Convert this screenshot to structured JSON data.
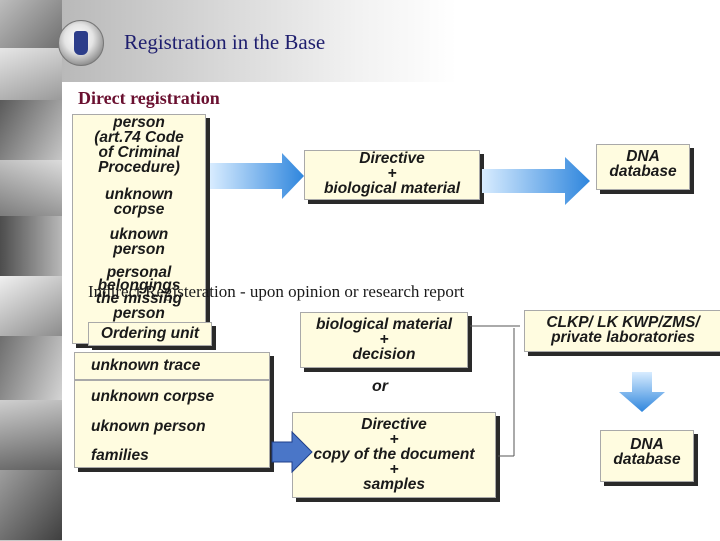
{
  "title": "Registration in the Base",
  "direct": {
    "heading": "Direct registration",
    "left_column": [
      "person",
      "(art.74 Code",
      "of Criminal",
      "Procedure)",
      "unknown",
      "corpse",
      "uknown",
      "person",
      "personal",
      "belongings",
      "the missing",
      "person"
    ],
    "directive_box": [
      "Directive",
      "+",
      "biological material"
    ],
    "dna_box": [
      "DNA",
      "database"
    ]
  },
  "indirect": {
    "heading": "Indirect Registeration - upon opinion or research report",
    "ordering_unit": "Ordering unit",
    "trace_box": "unknown trace",
    "corpse_box": [
      "unknown corpse",
      "uknown person",
      "families"
    ],
    "biological_box": [
      "biological material",
      "+",
      "decision"
    ],
    "or_text": "or",
    "directive_box": [
      "Directive",
      "+",
      "copy of the document",
      "+",
      "samples"
    ],
    "lab_box": [
      "CLKP/ LK KWP/ZMS/",
      "private laboratories"
    ],
    "dna_box": [
      "DNA",
      "database"
    ]
  },
  "colors": {
    "title": "#1e1e6e",
    "direct_heading": "#6a1030",
    "box_fill": "#fffce0",
    "arrow_blue": "#3a8fe0",
    "arrow_light": "#cfe7ff"
  },
  "icons": [
    "police-star-logo",
    "photo-collage"
  ]
}
